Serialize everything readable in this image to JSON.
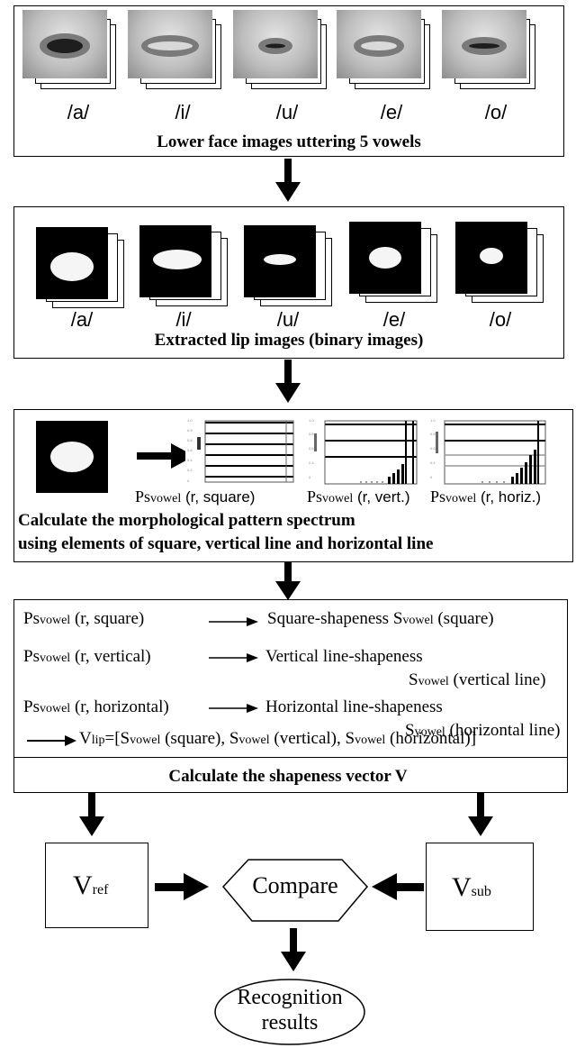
{
  "panel1": {
    "vowels": [
      "/a/",
      "/i/",
      "/u/",
      "/e/",
      "/o/"
    ],
    "caption": "Lower face images uttering 5 vowels"
  },
  "panel2": {
    "vowels": [
      "/a/",
      "/i/",
      "/u/",
      "/e/",
      "/o/"
    ],
    "caption": "Extracted lip images (binary images)"
  },
  "panel3": {
    "labels": [
      {
        "pre": "Ps",
        "sub": "vowel",
        "post": " (r, square)"
      },
      {
        "pre": "Ps",
        "sub": "vowel",
        "post": " (r, vert.)"
      },
      {
        "pre": "Ps",
        "sub": "vowel",
        "post": " (r, horiz.)"
      }
    ],
    "caption_line1": "Calculate the morphological pattern spectrum",
    "caption_line2": "using elements of square, vertical line and horizontal line"
  },
  "panel4": {
    "rows": [
      {
        "left_pre": "Ps",
        "left_sub": "vowel",
        "left_post": " (r, square)",
        "right": "Square-shapeness S",
        "right_sub": "vowel",
        "right_post": " (square)"
      },
      {
        "left_pre": "Ps",
        "left_sub": "vowel",
        "left_post": " (r, vertical)",
        "right": "Vertical line-shapeness",
        "right2_pre": "S",
        "right2_sub": "vowel",
        "right2_post": " (vertical line)"
      },
      {
        "left_pre": "Ps",
        "left_sub": "vowel",
        "left_post": " (r, horizontal)",
        "right": "Horizontal line-shapeness",
        "right2_pre": "S",
        "right2_sub": "vowel",
        "right2_post": " (horizontal line)"
      }
    ],
    "vector_pre": "V",
    "vector_sub": "lip",
    "vector_eq": "=[S",
    "vector_s1_sub": "vowel",
    "vector_s1": " (square), S",
    "vector_s2_sub": "vowel",
    "vector_s2": " (vertical), S",
    "vector_s3_sub": "vowel",
    "vector_s3": " (horizontal)]",
    "caption": "Calculate the shapeness vector V"
  },
  "compare": {
    "vref": "V",
    "vref_sub": "ref",
    "vsub": "V",
    "vsub_sub": "sub",
    "compare_label": "Compare",
    "result_line1": "Recognition",
    "result_line2": "results"
  },
  "colors": {
    "ink": "#000000",
    "background": "#ffffff"
  }
}
